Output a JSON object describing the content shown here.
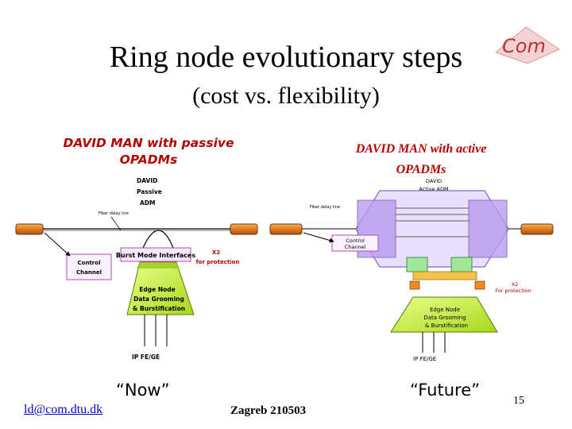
{
  "slide": {
    "title": "Ring node evolutionary steps",
    "subtitle": "(cost vs. flexibility)",
    "logo_text": "Com",
    "footer_email": "ld@com.dtu.dk",
    "footer_event": "Zagreb 210503",
    "page_number": "15"
  },
  "left_diagram": {
    "title_line1": "DAVID MAN with passive",
    "title_line2": "OPADMs",
    "node_label_1": "DAVID",
    "node_label_2": "Passive",
    "node_label_3": "ADM",
    "small_label": "Fiber delay line",
    "burst_interface": "Burst Mode Interfaces",
    "control_channel_1": "Control",
    "control_channel_2": "Channel",
    "protection_1": "X2",
    "protection_2": "for protection",
    "edge_1": "Edge Node",
    "edge_2": "Data Grooming",
    "edge_3": "& Burstification",
    "bottom_labels": "IP  FE/GE",
    "caption": "“Now”"
  },
  "right_diagram": {
    "title_line1": "DAVID MAN with active",
    "title_line2": "OPADMs",
    "node_label_1": "DAVID",
    "node_label_2": "Active ADM",
    "small_label": "Fiber delay line",
    "control_channel_1": "Control",
    "control_channel_2": "Channel",
    "protection_1": "X2",
    "protection_2": "For protection",
    "edge_1": "Edge Node",
    "edge_2": "Data Grooming",
    "edge_3": "& Burstification",
    "bottom_labels": "IP    FE/GE",
    "caption": "“Future”"
  },
  "colors": {
    "title_red": "#b30000",
    "fiber_orange": "#e07b1e",
    "edge_green": "#c8f03c",
    "link_blue": "#0000cc"
  }
}
